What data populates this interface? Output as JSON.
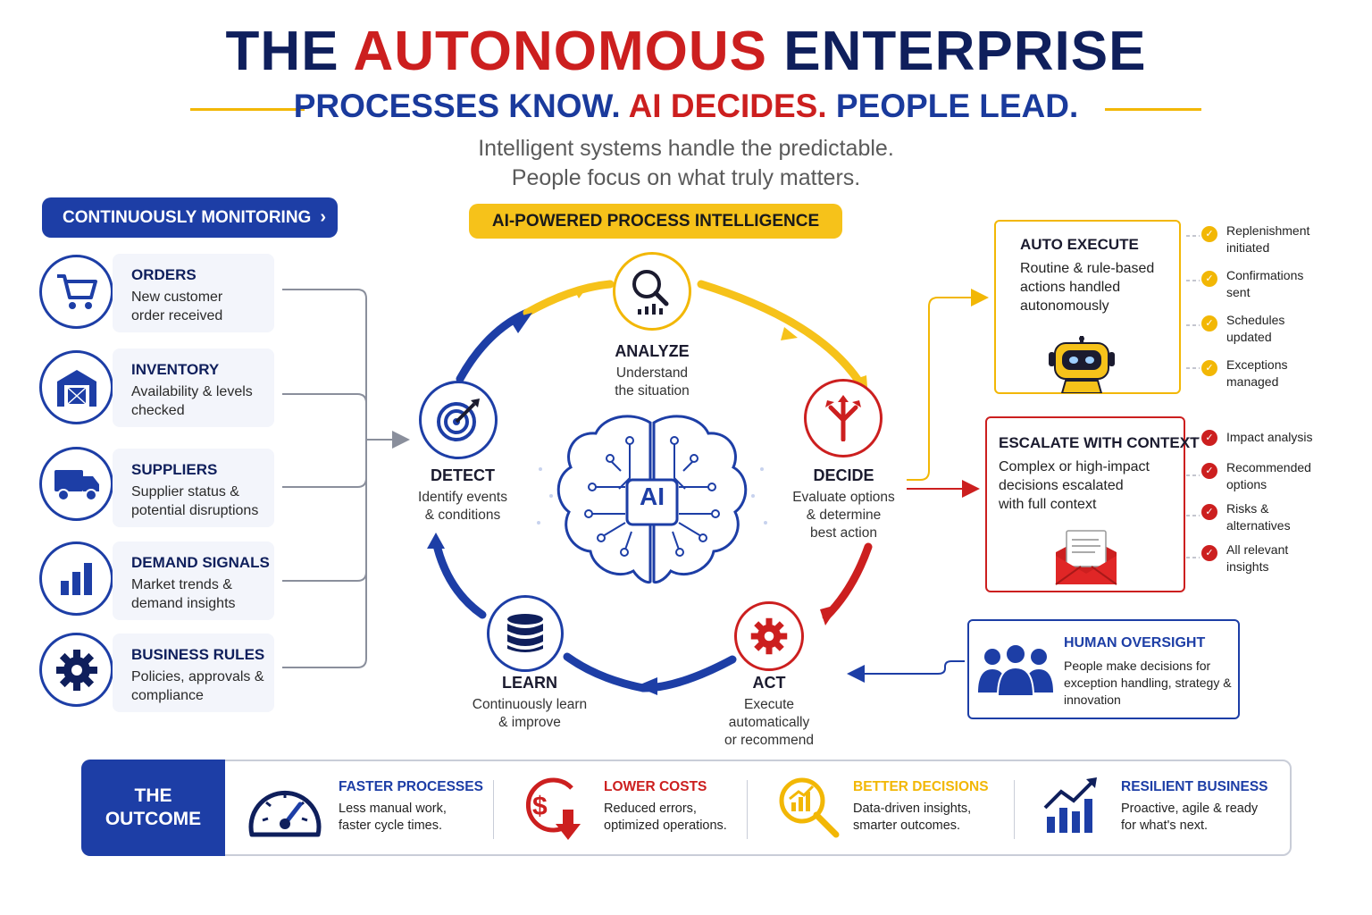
{
  "header": {
    "title_part1": "THE",
    "title_part2": "AUTONOMOUS",
    "title_part3": "ENTERPRISE",
    "tagline_part1": "PROCESSES KNOW.",
    "tagline_part2": "AI DECIDES.",
    "tagline_part3": "PEOPLE LEAD.",
    "subtitle_line1": "Intelligent systems handle the predictable.",
    "subtitle_line2": "People focus on what truly matters."
  },
  "monitoring": {
    "label": "CONTINUOUSLY MONITORING",
    "items": [
      {
        "icon": "cart-icon",
        "title": "ORDERS",
        "line1": "New customer",
        "line2": "order received"
      },
      {
        "icon": "warehouse-icon",
        "title": "INVENTORY",
        "line1": "Availability & levels",
        "line2": "checked"
      },
      {
        "icon": "truck-icon",
        "title": "SUPPLIERS",
        "line1": "Supplier status &",
        "line2": "potential disruptions"
      },
      {
        "icon": "bar-chart-icon",
        "title": "DEMAND SIGNALS",
        "line1": "Market trends &",
        "line2": "demand insights"
      },
      {
        "icon": "gear-icon",
        "title": "BUSINESS RULES",
        "line1": "Policies, approvals &",
        "line2": "compliance"
      }
    ]
  },
  "cycle": {
    "label": "AI-POWERED PROCESS INTELLIGENCE",
    "core": "AI",
    "analyze": {
      "title": "ANALYZE",
      "line1": "Understand",
      "line2": "the situation"
    },
    "decide": {
      "title": "DECIDE",
      "line1": "Evaluate options",
      "line2": "& determine",
      "line3": "best action"
    },
    "act": {
      "title": "ACT",
      "line1": "Execute",
      "line2": "automatically",
      "line3": "or recommend"
    },
    "learn": {
      "title": "LEARN",
      "line1": "Continuously learn",
      "line2": "& improve"
    },
    "detect": {
      "title": "DETECT",
      "line1": "Identify events",
      "line2": "& conditions"
    }
  },
  "auto_execute": {
    "title": "AUTO EXECUTE",
    "line1": "Routine & rule-based",
    "line2": "actions handled",
    "line3": "autonomously",
    "checks": [
      {
        "line1": "Replenishment",
        "line2": "initiated"
      },
      {
        "line1": "Confirmations",
        "line2": "sent"
      },
      {
        "line1": "Schedules",
        "line2": "updated"
      },
      {
        "line1": "Exceptions",
        "line2": "managed"
      }
    ]
  },
  "escalate": {
    "title": "ESCALATE WITH CONTEXT",
    "line1": "Complex or high-impact",
    "line2": "decisions escalated",
    "line3": "with full context",
    "checks": [
      {
        "line1": "Impact analysis",
        "line2": ""
      },
      {
        "line1": "Recommended",
        "line2": "options"
      },
      {
        "line1": "Risks &",
        "line2": "alternatives"
      },
      {
        "line1": "All relevant",
        "line2": "insights"
      }
    ]
  },
  "oversight": {
    "title": "HUMAN OVERSIGHT",
    "text": "People make decisions for exception handling, strategy & innovation"
  },
  "outcome": {
    "label_line1": "THE",
    "label_line2": "OUTCOME",
    "items": [
      {
        "icon": "speedometer-icon",
        "title": "FASTER PROCESSES",
        "line1": "Less manual work,",
        "line2": "faster cycle times.",
        "color": "#1d3ea6"
      },
      {
        "icon": "dollar-down-icon",
        "title": "LOWER COSTS",
        "line1": "Reduced errors,",
        "line2": "optimized operations.",
        "color": "#cc1f1f"
      },
      {
        "icon": "magnifier-chart-icon",
        "title": "BETTER DECISIONS",
        "line1": "Data-driven insights,",
        "line2": "smarter outcomes.",
        "color": "#f2b705"
      },
      {
        "icon": "growth-chart-icon",
        "title": "RESILIENT BUSINESS",
        "line1": "Proactive, agile & ready",
        "line2": "for what's next.",
        "color": "#1d3ea6"
      }
    ]
  },
  "colors": {
    "navy": "#0f1f5c",
    "blue": "#1d3ea6",
    "red": "#cc1f1f",
    "gold": "#f2b705"
  }
}
